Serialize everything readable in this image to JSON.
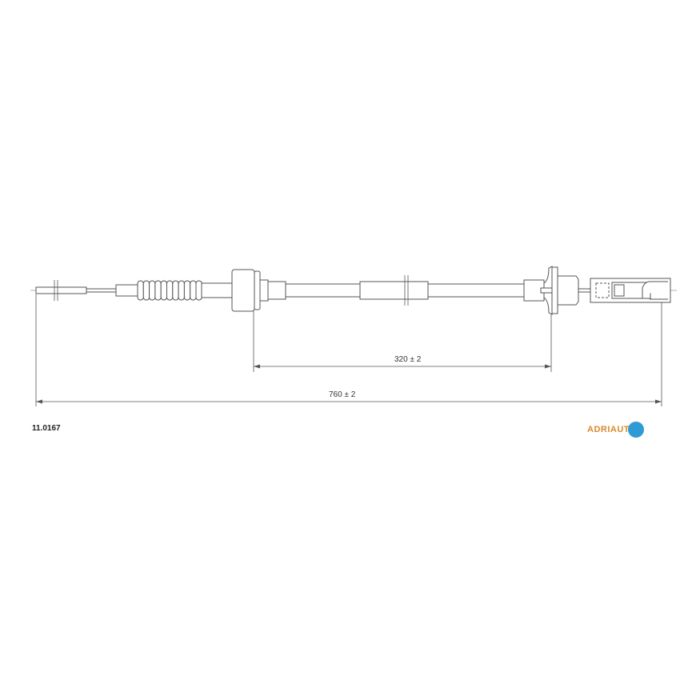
{
  "part_number": "11.0167",
  "brand": "ADRIAUTO",
  "dimensions": {
    "inner": "320 ± 2",
    "overall": "760 ± 2"
  },
  "colors": {
    "line": "#555555",
    "brand_orange": "#d98a2b",
    "brand_blue": "#2e9bd6"
  }
}
